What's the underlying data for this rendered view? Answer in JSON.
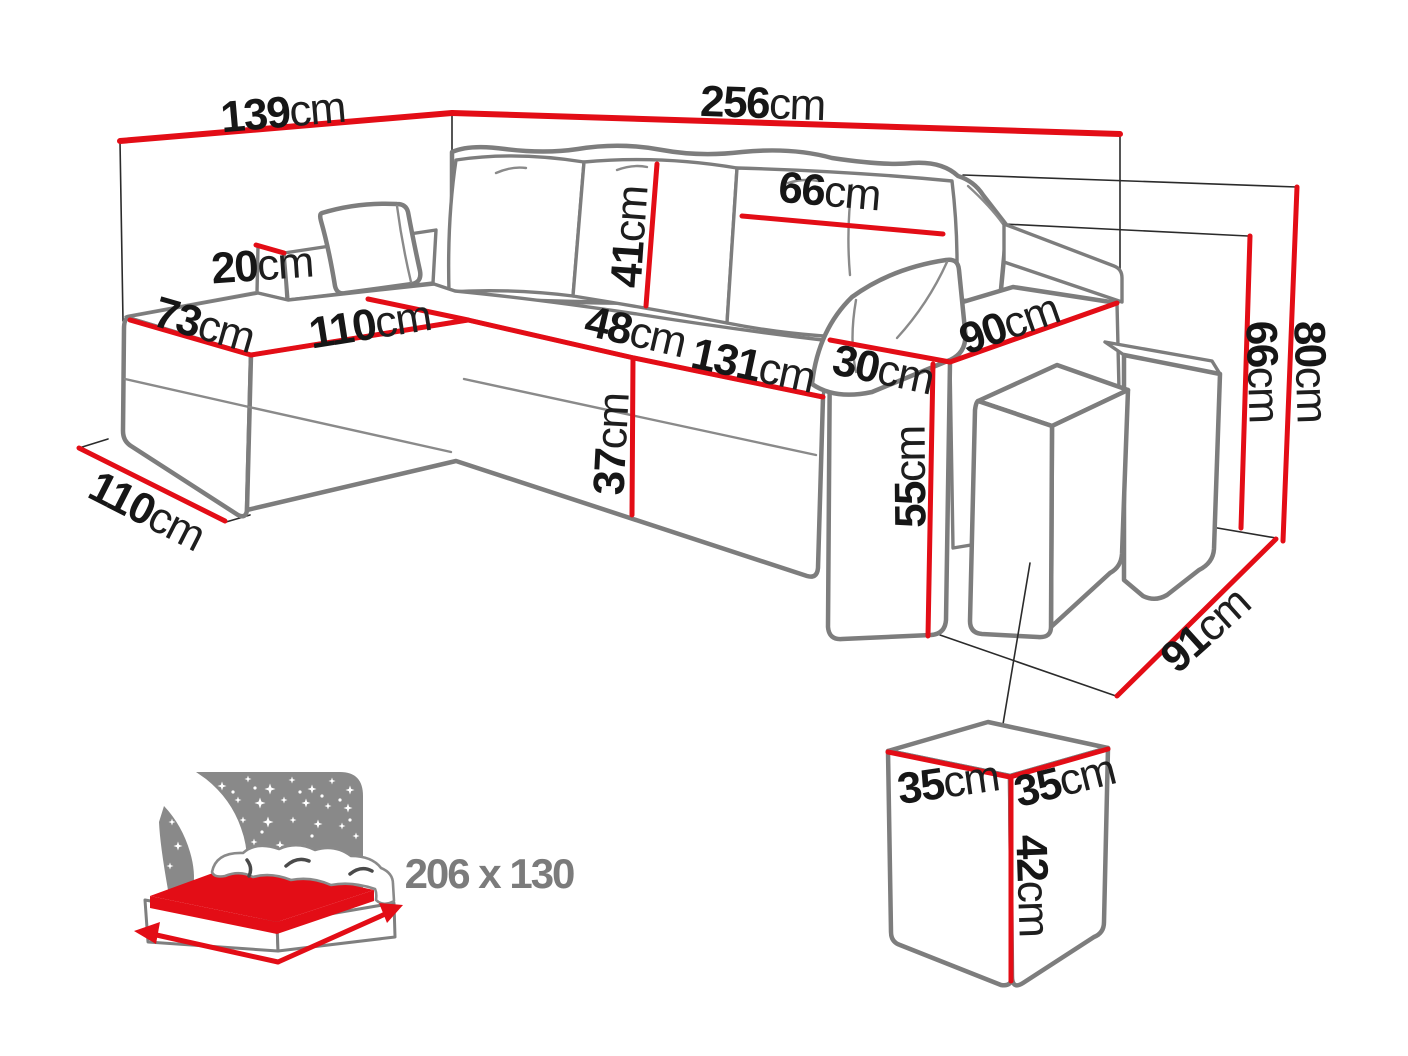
{
  "diagram": {
    "subject": "corner-sofa-with-poufs-dimension-diagram",
    "colors": {
      "dimension_line": "#e30d16",
      "sofa_outline": "#7d7d7d",
      "label_text": "#161616",
      "night_panel": "#898989",
      "size_text": "#7b7b7b"
    }
  },
  "dims": {
    "side_width": {
      "value": "139",
      "unit": "cm"
    },
    "back_width": {
      "value": "256",
      "unit": "cm"
    },
    "chaise_back_height": {
      "value": "20",
      "unit": "cm"
    },
    "chaise_end_width": {
      "value": "73",
      "unit": "cm"
    },
    "chaise_length": {
      "value": "110",
      "unit": "cm"
    },
    "cushion_height": {
      "value": "41",
      "unit": "cm"
    },
    "cushion_width": {
      "value": "66",
      "unit": "cm"
    },
    "corner_seat_depth": {
      "value": "48",
      "unit": "cm"
    },
    "seat_width": {
      "value": "131",
      "unit": "cm"
    },
    "armrest_width": {
      "value": "30",
      "unit": "cm"
    },
    "armrest_depth": {
      "value": "90",
      "unit": "cm"
    },
    "base_height": {
      "value": "37",
      "unit": "cm"
    },
    "armrest_height": {
      "value": "55",
      "unit": "cm"
    },
    "backrest_height": {
      "value": "66",
      "unit": "cm"
    },
    "total_height": {
      "value": "80",
      "unit": "cm"
    },
    "total_depth": {
      "value": "91",
      "unit": "cm"
    },
    "chaise_floor_depth": {
      "value": "110",
      "unit": "cm"
    },
    "pouf_top_width": {
      "value": "35",
      "unit": "cm"
    },
    "pouf_top_depth": {
      "value": "35",
      "unit": "cm"
    },
    "pouf_height": {
      "value": "42",
      "unit": "cm"
    }
  },
  "sleeping_area": {
    "size": "206 x 130"
  }
}
